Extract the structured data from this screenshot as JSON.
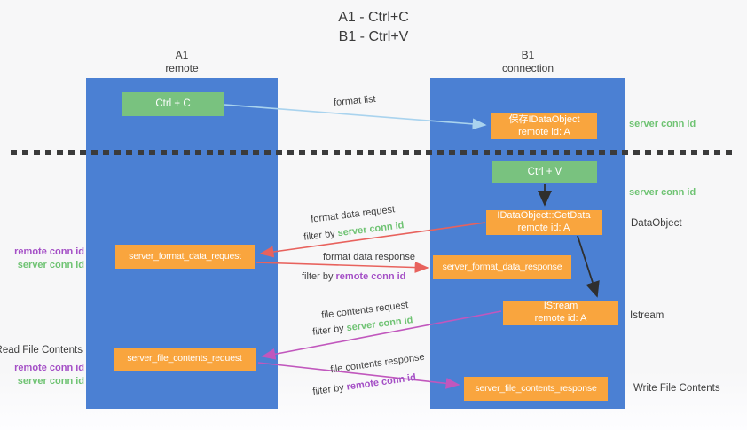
{
  "title": {
    "line1": "A1 - Ctrl+C",
    "line2": "B1 - Ctrl+V"
  },
  "lanes": {
    "a": {
      "id": "A1",
      "role": "remote"
    },
    "b": {
      "id": "B1",
      "role": "connection"
    }
  },
  "nodes": {
    "ctrl_c": "Ctrl + C",
    "ctrl_v": "Ctrl + V",
    "save_idataobject": {
      "title": "保存IDataObject",
      "subtitle": "remote id: A"
    },
    "getdata": {
      "title": "IDataObject::GetData",
      "subtitle": "remote id: A"
    },
    "istream": {
      "title": "IStream",
      "subtitle": "remote id: A"
    },
    "format_request": "server_format_data_request",
    "format_response": "server_format_data_response",
    "file_request": "server_file_contents_request",
    "file_response": "server_file_contents_response"
  },
  "flow_labels": {
    "format_list": "format list",
    "format_data_request": "format data request",
    "format_data_response": "format data response",
    "file_contents_request": "file contents request",
    "file_contents_response": "file contents response",
    "filter_by": "filter by",
    "server_conn_id": "server conn id",
    "remote_conn_id": "remote conn id"
  },
  "side_labels": {
    "server_conn_id": "server conn id",
    "remote_conn_id": "remote conn id",
    "dataobject": "DataObject",
    "istream": "Istream",
    "read_file_contents": "Read File Contents",
    "write_file_contents": "Write File Contents"
  },
  "colors": {
    "lane_blue": "#4b80d3",
    "node_green": "#79c27f",
    "node_orange": "#f9a53e",
    "arrow_red": "#e8625d",
    "arrow_magenta": "#c157bd",
    "arrow_light_blue": "#a9d3ee",
    "arrow_black": "#2f2f2f",
    "text_green": "#6fc373",
    "text_purple": "#a44fc6"
  }
}
